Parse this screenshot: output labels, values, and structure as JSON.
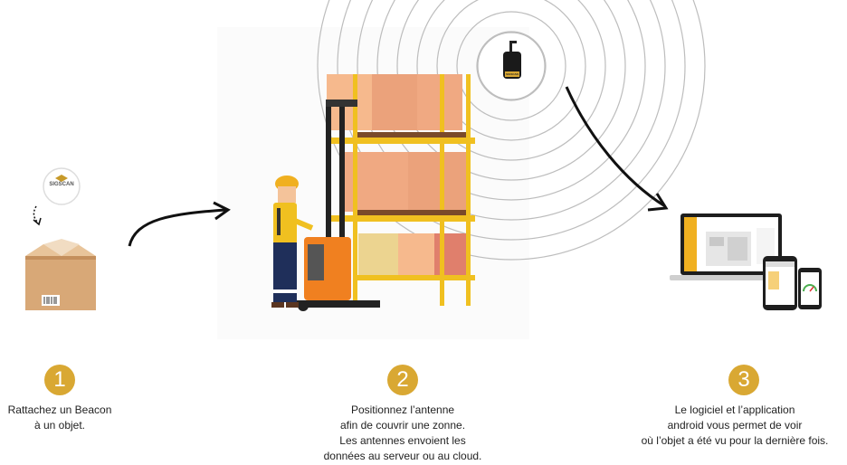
{
  "logo_text": "SIGSCAN",
  "beacon_text": "SIGSCAN",
  "steps": [
    {
      "number": "1",
      "lines": [
        "Rattachez un Beacon",
        "à un objet."
      ]
    },
    {
      "number": "2",
      "lines": [
        "Positionnez l’antenne",
        "afin de couvrir une zonne.",
        "Les antennes envoient les",
        "données au serveur ou au cloud."
      ]
    },
    {
      "number": "3",
      "lines": [
        "Le logiciel et l’application",
        "android vous permet de voir",
        "où l’objet a été vu pour la dernière fois."
      ]
    }
  ],
  "colors": {
    "badge": "#d9a833",
    "box": "#d9a877",
    "forklift": "#f08020",
    "rack": "#f0c020"
  }
}
